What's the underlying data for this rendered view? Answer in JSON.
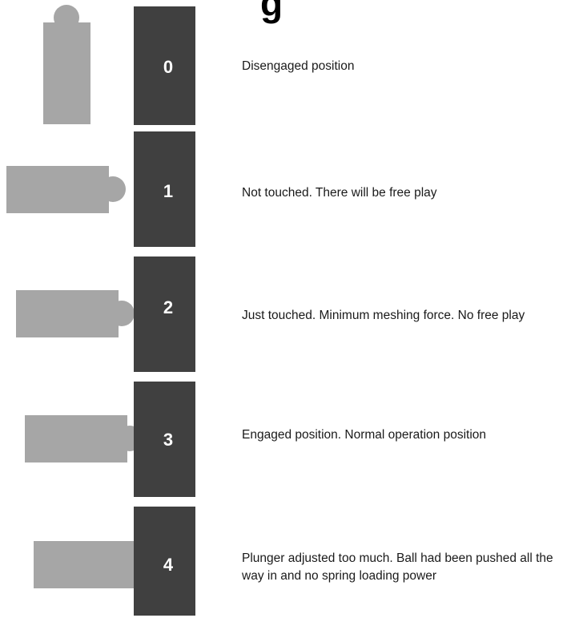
{
  "title_fragment": "g",
  "colors": {
    "gear_block": "#404040",
    "plunger": "#a6a6a6",
    "number_text": "#ffffff",
    "label_text": "#1a1a1a"
  },
  "steps": [
    {
      "number": "0",
      "label": "Disengaged position",
      "plunger_state": "retracted-vertical"
    },
    {
      "number": "1",
      "label": "Not touched. There will be free play",
      "plunger_state": "not-touching"
    },
    {
      "number": "2",
      "label": "Just touched. Minimum meshing force. No free play",
      "plunger_state": "just-touching"
    },
    {
      "number": "3",
      "label": "Engaged position. Normal operation position",
      "plunger_state": "engaged"
    },
    {
      "number": "4",
      "label": "Plunger adjusted too much. Ball had been pushed all the way in and no spring loading power",
      "plunger_state": "ball-pushed-in"
    }
  ]
}
